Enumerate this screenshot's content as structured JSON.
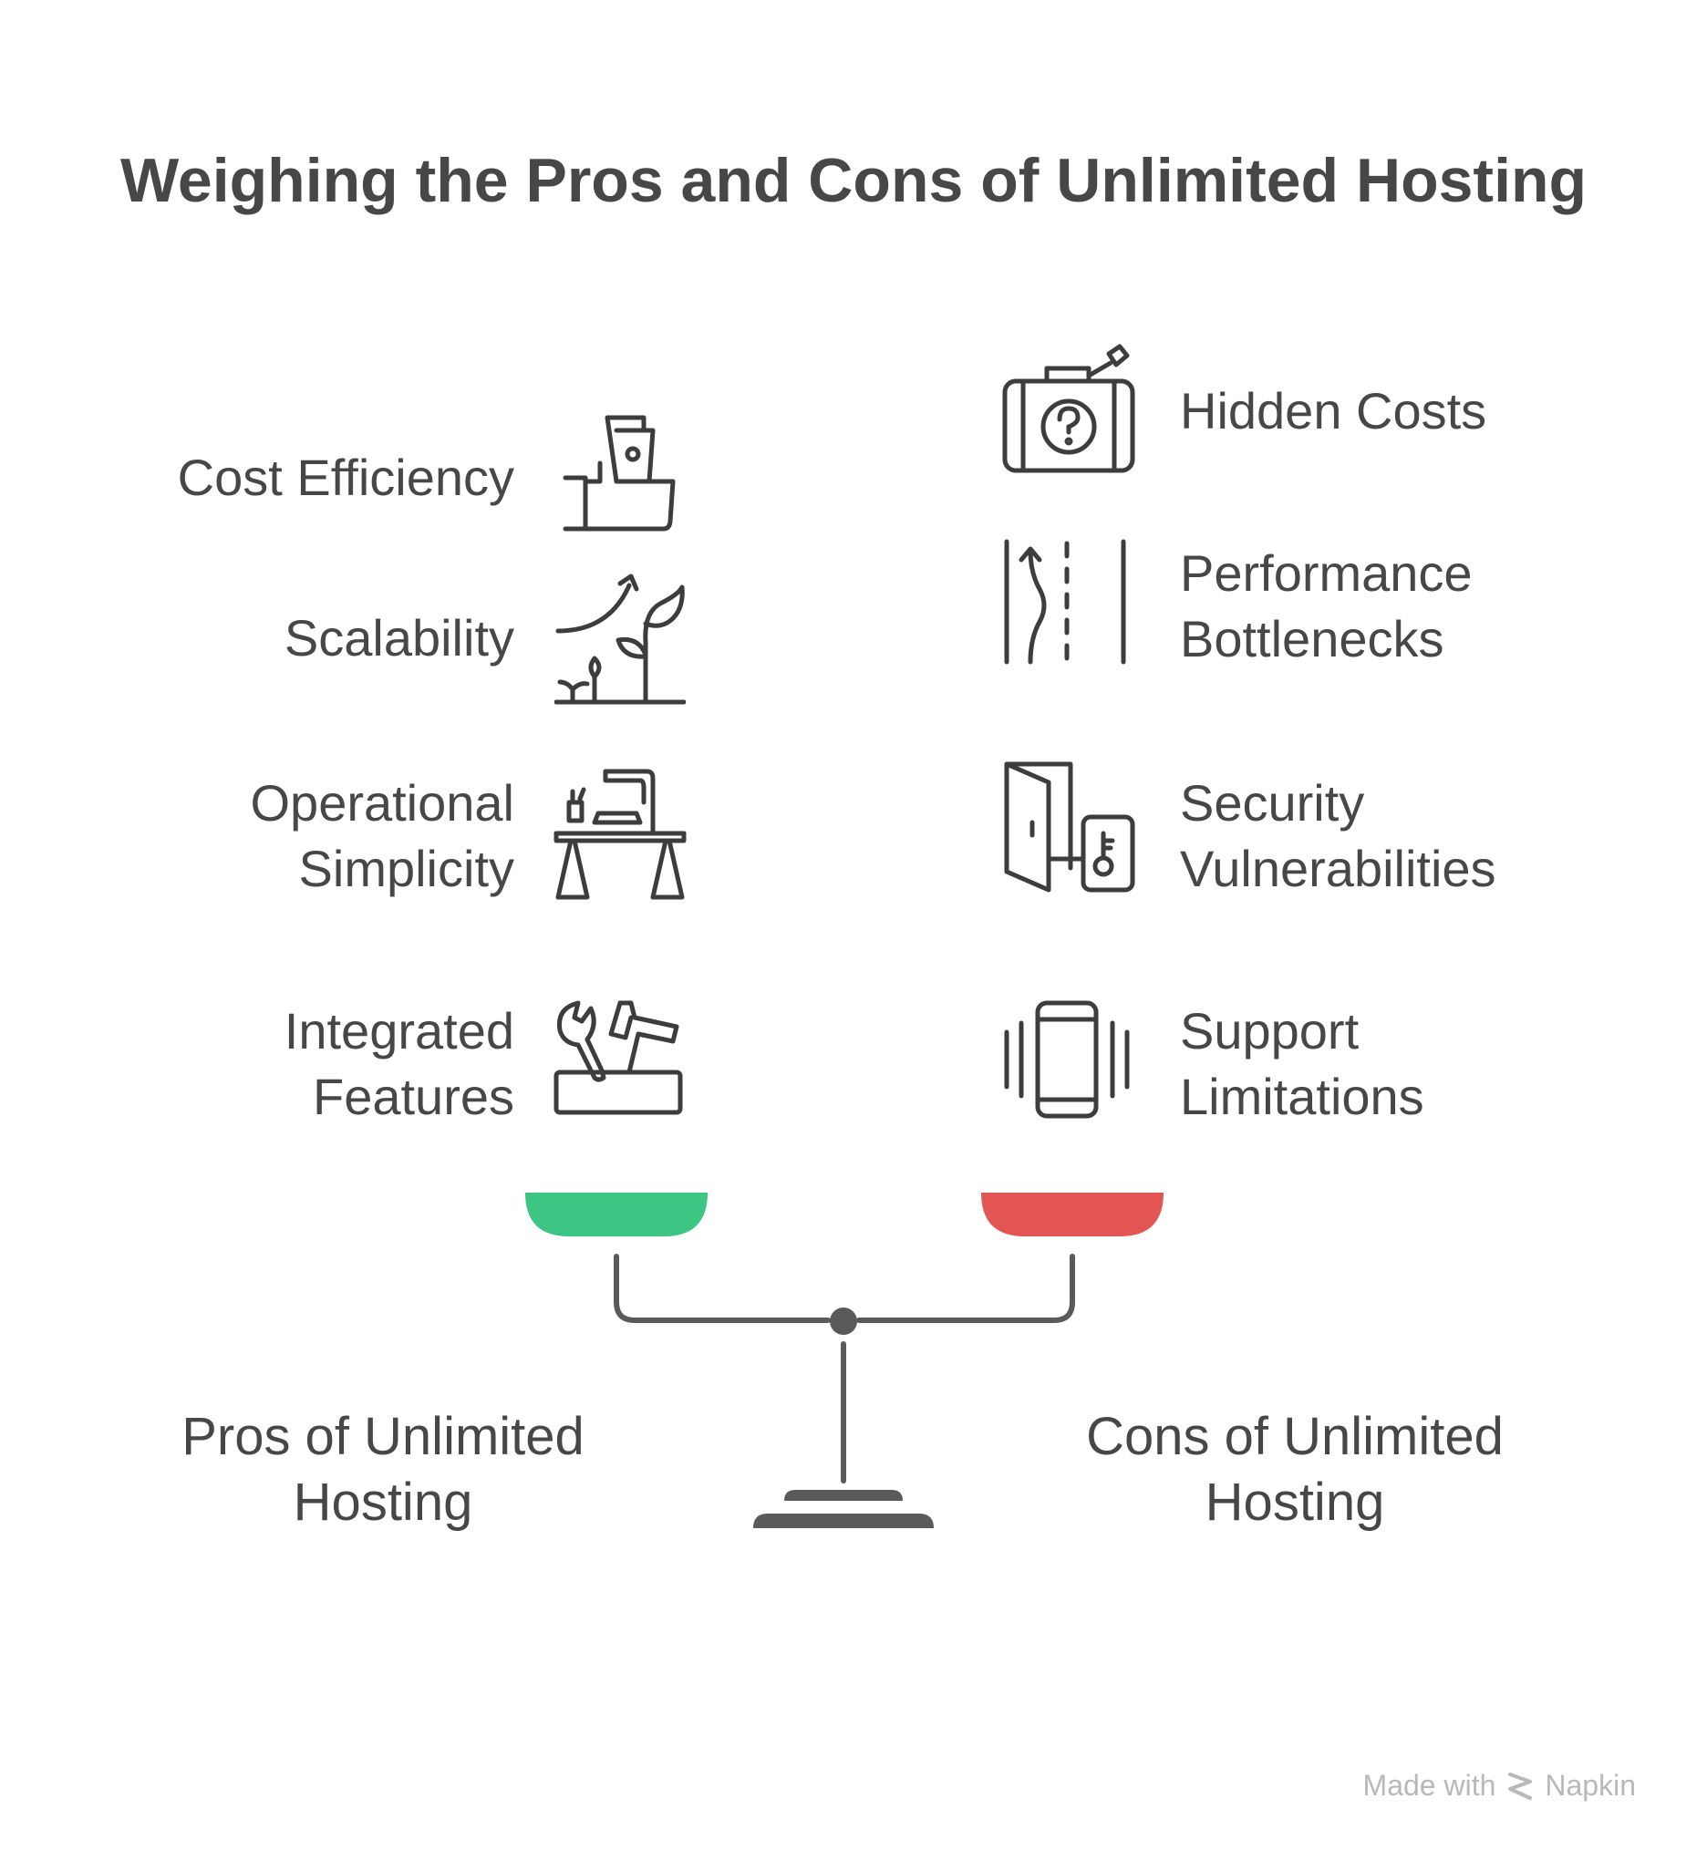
{
  "title": "Weighing the Pros and Cons of Unlimited Hosting",
  "pros": {
    "caption": "Pros of Unlimited\nHosting",
    "color": "#3DC584",
    "items": [
      {
        "label": "Cost Efficiency",
        "icon": "money-in-hand-icon"
      },
      {
        "label": "Scalability",
        "icon": "growing-plant-icon"
      },
      {
        "label": "Operational\nSimplicity",
        "icon": "desk-with-chair-icon"
      },
      {
        "label": "Integrated\nFeatures",
        "icon": "toolbox-icon"
      }
    ]
  },
  "cons": {
    "caption": "Cons of Unlimited\nHosting",
    "color": "#E25553",
    "items": [
      {
        "label": "Hidden Costs",
        "icon": "mystery-box-icon"
      },
      {
        "label": "Performance\nBottlenecks",
        "icon": "narrowing-road-icon"
      },
      {
        "label": "Security\nVulnerabilities",
        "icon": "door-lock-icon"
      },
      {
        "label": "Support\nLimitations",
        "icon": "vibrating-phone-icon"
      }
    ]
  },
  "footer": {
    "made_with": "Made with",
    "brand": "Napkin"
  },
  "colors": {
    "text": "#474747",
    "stroke": "#3d3d3d",
    "scale": "#5a5a5a"
  }
}
